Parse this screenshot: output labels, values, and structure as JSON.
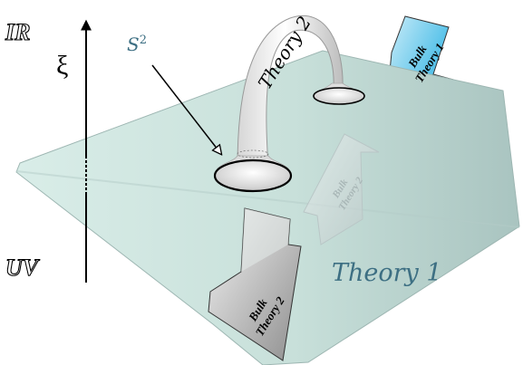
{
  "labels": {
    "ir": "IR",
    "uv": "UV",
    "xi": "ξ",
    "s2_base": "S",
    "s2_sup": "2",
    "theory2_tube": "Theory 2",
    "theory1_plane": "Theory 1",
    "bulk_theory1_line1": "Bulk",
    "bulk_theory1_line2": "Theory 1",
    "bulk_theory2_mid_line1": "Bulk",
    "bulk_theory2_mid_line2": "Theory 2",
    "bulk_theory2_bottom_line1": "Bulk",
    "bulk_theory2_bottom_line2": "Theory 2"
  },
  "colors": {
    "plane": "#cfe6df",
    "plane_text": "#3d6f83",
    "s2_text": "#3d6f83",
    "blue_arrow": "#27a9d9",
    "tube": "#e8e8e8"
  }
}
